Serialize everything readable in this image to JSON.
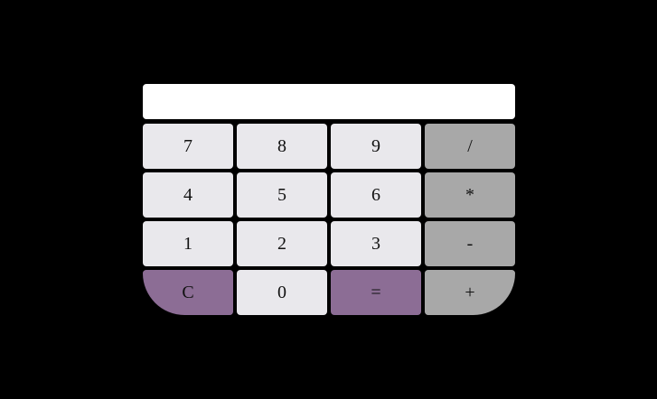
{
  "display": {
    "value": "",
    "placeholder": ""
  },
  "colors": {
    "background": "#000000",
    "display": "#ffffff",
    "number_key": "#e9e8ec",
    "operator_key": "#a8a8a8",
    "accent_key": "#8c6d95"
  },
  "keys": {
    "seven": "7",
    "eight": "8",
    "nine": "9",
    "divide": "/",
    "four": "4",
    "five": "5",
    "six": "6",
    "multiply": "*",
    "one": "1",
    "two": "2",
    "three": "3",
    "subtract": "-",
    "clear": "C",
    "zero": "0",
    "equals": "=",
    "add": "+"
  }
}
